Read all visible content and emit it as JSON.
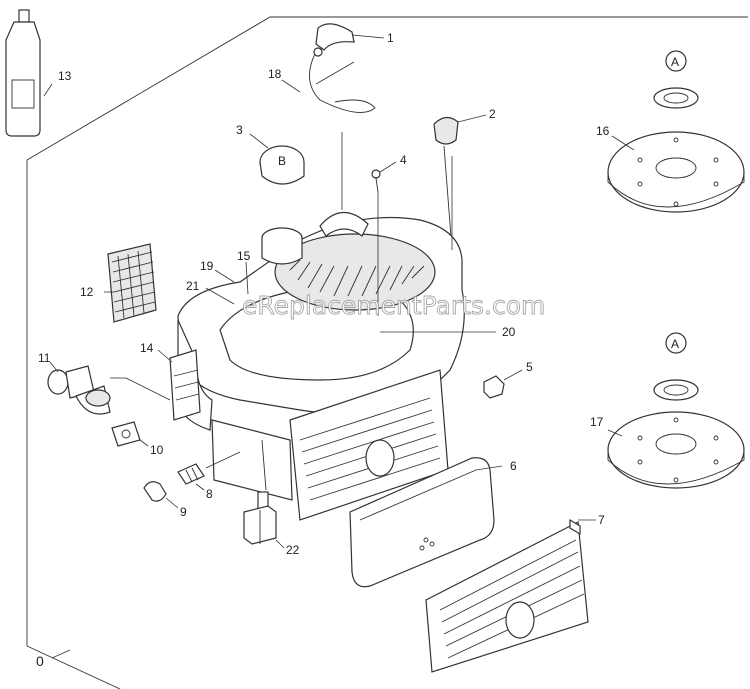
{
  "watermark": "eReplacementParts.com",
  "callouts": {
    "c0": "0",
    "c1": "1",
    "c2": "2",
    "c3": "3",
    "c4": "4",
    "c5": "5",
    "c6": "6",
    "c7": "7",
    "c8": "8",
    "c9": "9",
    "c10": "10",
    "c11": "11",
    "c12": "12",
    "c13": "13",
    "c14": "14",
    "c15": "15",
    "c16": "16",
    "c17": "17",
    "c18": "18",
    "c19": "19",
    "c20": "20",
    "c21": "21",
    "c22": "22"
  },
  "circle_labels": {
    "a1": "A",
    "a2": "A"
  }
}
